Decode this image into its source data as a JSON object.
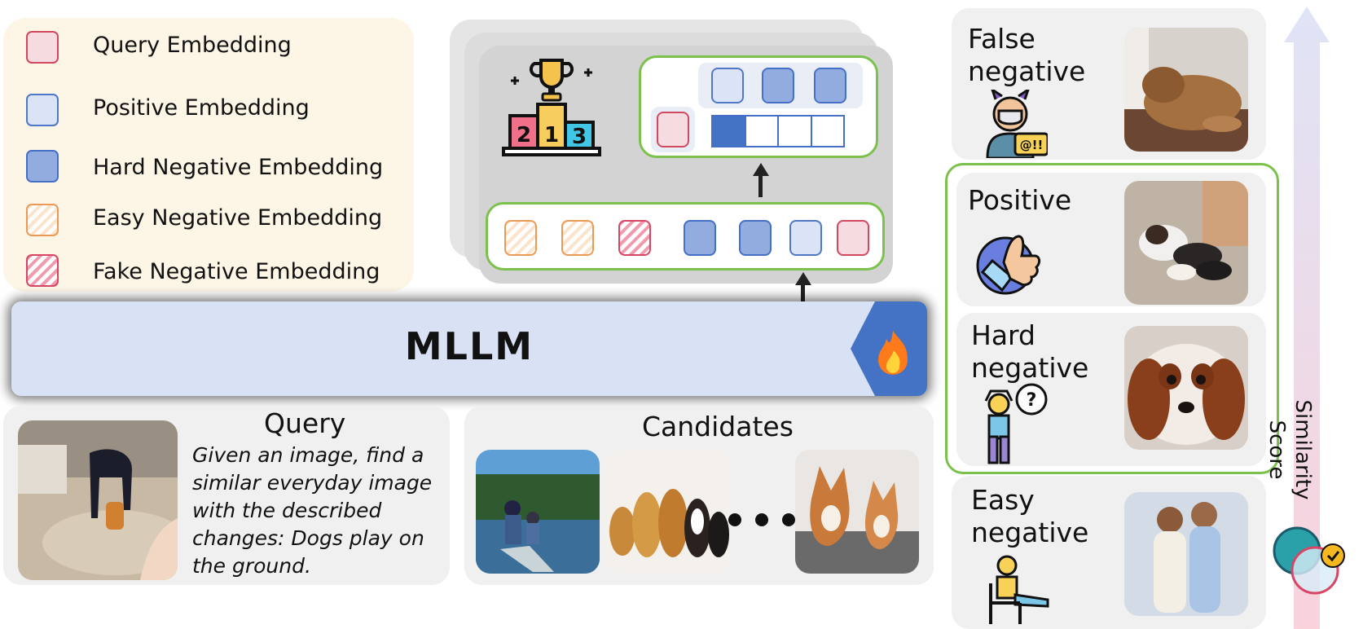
{
  "legend": {
    "items": [
      {
        "label": "Query Embedding",
        "type": "query"
      },
      {
        "label": "Positive Embedding",
        "type": "positive"
      },
      {
        "label": "Hard Negative Embedding",
        "type": "hard"
      },
      {
        "label": "Easy Negative Embedding",
        "type": "easy"
      },
      {
        "label": "Fake Negative Embedding",
        "type": "fake"
      }
    ]
  },
  "model": {
    "title": "MLLM"
  },
  "ranking": {
    "podium_numbers": [
      "2",
      "1",
      "3"
    ]
  },
  "query": {
    "title": "Query",
    "text": "Given an image, find a similar everyday image with the described changes: Dogs play on the ground."
  },
  "candidates": {
    "title": "Candidates"
  },
  "categories": {
    "false_negative": "False\nnegative",
    "positive": "Positive",
    "hard_negative": "Hard\nnegative",
    "easy_negative": "Easy\nnegative"
  },
  "score_axis": {
    "label": "Similarity\nScore"
  },
  "colors": {
    "query": "#d2495f",
    "positive": "#4f78c8",
    "hard": "#4470c6",
    "easy": "#eb9a56",
    "fake": "#d84565",
    "highlight": "#7cc14c",
    "mllm": "#d9e2f4"
  }
}
